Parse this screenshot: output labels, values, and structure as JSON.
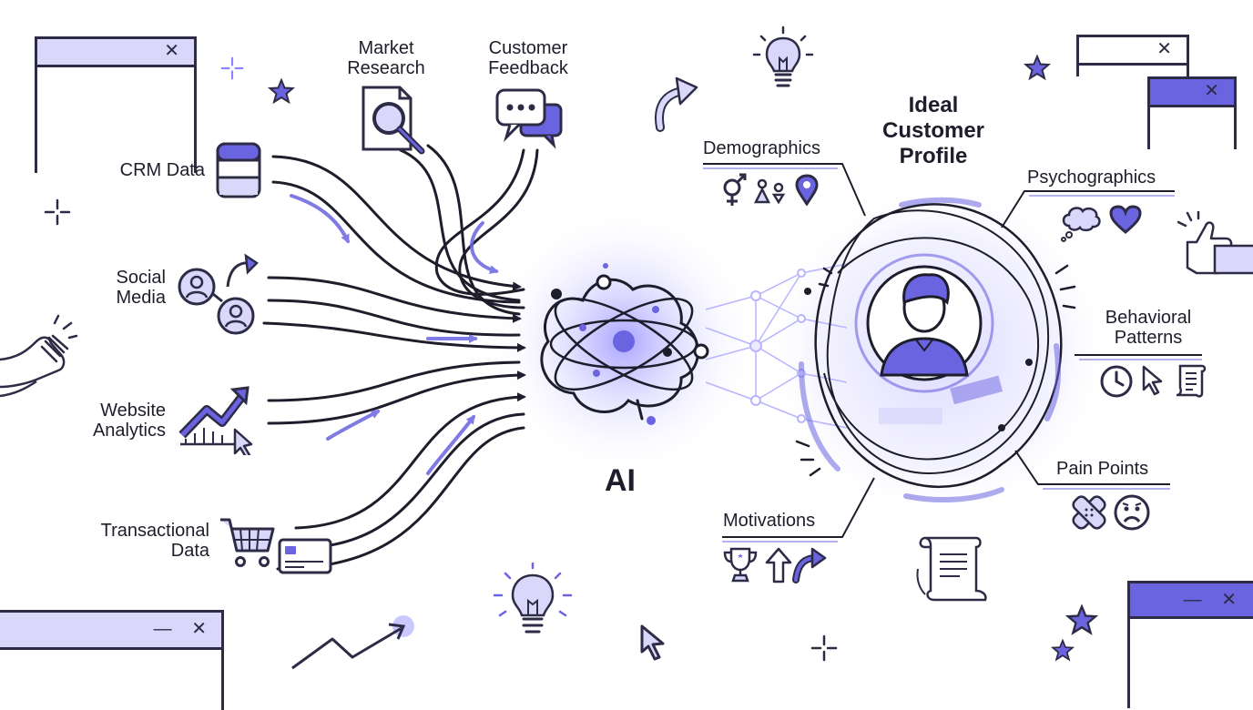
{
  "sources": {
    "crm": "CRM Data",
    "social": [
      "Social",
      "Media"
    ],
    "market": [
      "Market",
      "Research"
    ],
    "feedback": [
      "Customer",
      "Feedback"
    ],
    "website": [
      "Website",
      "Analytics"
    ],
    "transactional": [
      "Transactional",
      "Data"
    ]
  },
  "hub_label": "AI",
  "profile": {
    "title": [
      "Ideal",
      "Customer",
      "Profile"
    ],
    "attributes": {
      "demographics": "Demographics",
      "psychographics": "Psychographics",
      "behavioral": [
        "Behavioral",
        "Patterns"
      ],
      "pain_points": "Pain Points",
      "motivations": "Motivations"
    }
  },
  "window_controls": {
    "close": "✕",
    "minimize_close": "— ✕"
  },
  "colors": {
    "ink": "#2d2b45",
    "accent": "#6a64e0",
    "accent_light": "#d9d8fb",
    "glow": "#b8b4ff"
  },
  "icons": [
    "database-icon",
    "share-network-icon",
    "magnifier-document-icon",
    "chat-bubbles-icon",
    "trend-chart-icon",
    "shopping-cart-icon",
    "credit-card-icon",
    "ai-brain-icon",
    "user-avatar-icon",
    "gender-icon",
    "people-icon",
    "location-pin-icon",
    "thought-cloud-icon",
    "heart-icon",
    "clock-icon",
    "cursor-icon",
    "scroll-icon",
    "bandage-icon",
    "sad-face-icon",
    "trophy-icon",
    "arrow-up-icon",
    "curved-arrow-icon",
    "lightbulb-icon",
    "star-icon",
    "clapping-hands-icon",
    "thumbs-up-icon",
    "sparkle-icon"
  ]
}
